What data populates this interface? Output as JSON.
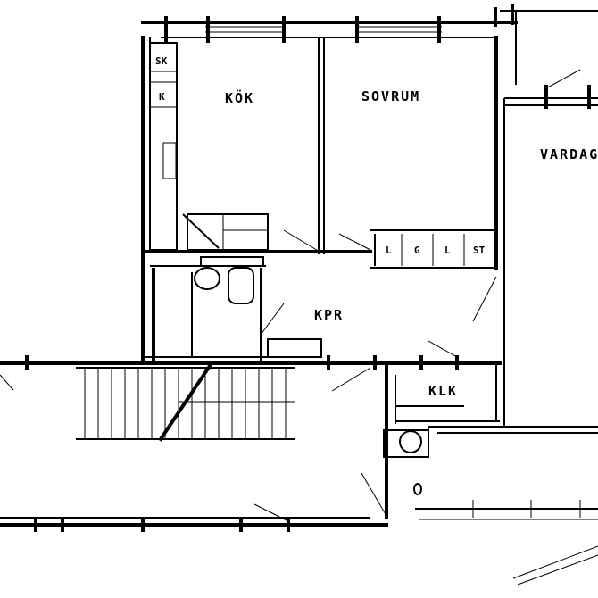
{
  "rooms": {
    "kitchen": "KÖK",
    "bedroom": "SOVRUM",
    "livingroom": "VARDAGS",
    "hall": "KPR",
    "closet": "KLK"
  },
  "cabinets": {
    "kitchen_sk": "SK",
    "kitchen_k": "K",
    "wardrobe_1": "L",
    "wardrobe_2": "G",
    "wardrobe_3": "L",
    "wardrobe_4": "ST"
  }
}
